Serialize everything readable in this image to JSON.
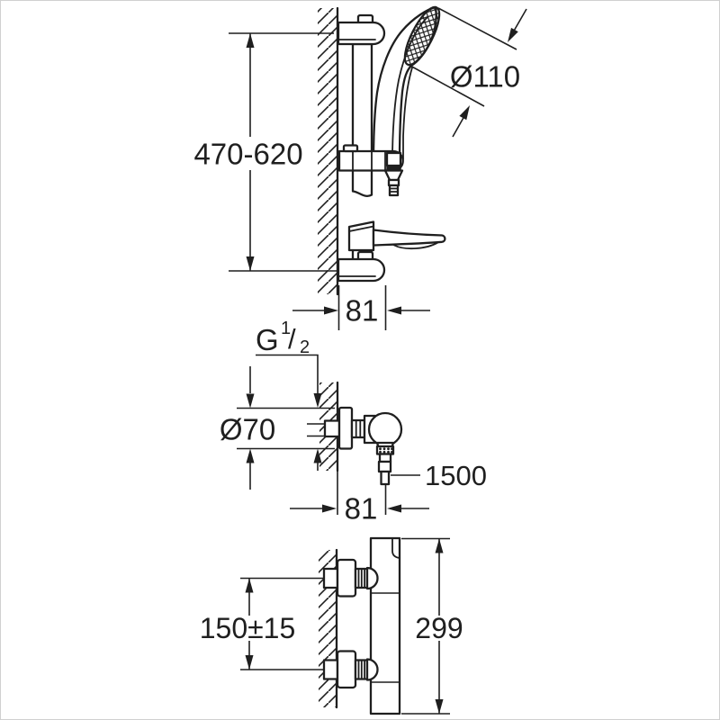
{
  "drawing": {
    "line_color": "#1f1f1f",
    "background_color": "#ffffff",
    "views": {
      "slide_rail_set": {
        "rail_height_range": "470-620",
        "handshower_head_diameter": "Ø110",
        "wall_distance": "81"
      },
      "shower_valve_side": {
        "thread_letter": "G",
        "thread_numerator": "1",
        "thread_slash": "/",
        "thread_denominator": "2",
        "rosette_diameter": "Ø70",
        "hose_length": "1500",
        "wall_distance": "81"
      },
      "thermostat_front": {
        "inlet_spacing": "150±15",
        "body_height": "299"
      }
    }
  }
}
